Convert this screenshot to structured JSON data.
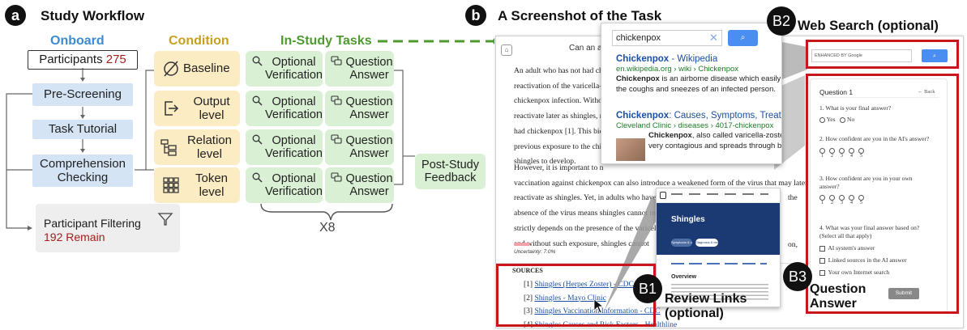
{
  "section_a": {
    "badge": "a",
    "title": "Study Workflow",
    "headers": {
      "onboard": "Onboard",
      "condition": "Condition",
      "in_study": "In-Study Tasks"
    },
    "participants": {
      "label": "Participants",
      "count": "275"
    },
    "onboard_steps": [
      "Pre-Screening",
      "Task Tutorial",
      "Comprehension Checking"
    ],
    "filtering": {
      "label": "Participant Filtering",
      "remain": "192 Remain"
    },
    "conditions": [
      {
        "label": "Baseline",
        "icon": "empty-set-icon"
      },
      {
        "label": "Output level",
        "icon": "output-arrow-icon"
      },
      {
        "label": "Relation level",
        "icon": "relation-tree-icon"
      },
      {
        "label": "Token level",
        "icon": "token-grid-icon"
      }
    ],
    "tasks": {
      "verify": "Optional Verification",
      "answer": "Question Answer"
    },
    "repeat": "X8",
    "post_study": "Post-Study Feedback",
    "colors": {
      "onboard": "#3d8bd0",
      "condition": "#c8a01e",
      "in_study": "#4e9a2f",
      "count": "#a31d1d"
    }
  },
  "section_b": {
    "badge": "b",
    "title": "A Screenshot of the Task",
    "question_header": "Can an adu",
    "article_paragraphs": [
      "An adult who has not had chic",
      "reactivation of the varicella-zoste",
      "chickenpox infection. Without",
      "reactivate later as shingles, ma",
      "had chickenpox [1]. This biolo",
      "previous exposure to the chick",
      "shingles to develop."
    ],
    "article_paragraph2": [
      "However, it is important to n",
      "vaccination against chickenpox can also introduce a weakened form of the virus that may later",
      "reactivate as shingles. Yet, in adults who have ne",
      "absence of the virus means shingles cannot ma",
      "strictly depends on the presence of the varicel",
      "and without such exposure, shingles cannot"
    ],
    "paragraph2_right": [
      "the",
      "on,"
    ],
    "uncertainty": "Uncertainty: 7.0%",
    "sources_heading": "SOURCES",
    "sources": [
      {
        "n": "[1]",
        "label": "Shingles (Herpes Zoster) - CDC"
      },
      {
        "n": "[2]",
        "label": "Shingles - Mayo Clinic"
      },
      {
        "n": "[3]",
        "label": "Shingles Vaccination Information - CDC"
      },
      {
        "n": "[4]",
        "label": "Shingles Causes and Risk Factors - Healthline"
      }
    ],
    "search_popup": {
      "query": "chickenpox",
      "results": [
        {
          "title_bold": "Chickenpox",
          "title_rest": " - Wikipedia",
          "url": "en.wikipedia.org › wiki › Chickenpox",
          "snippet_bold": "Chickenpox",
          "snippet_rest": " is an airborne disease which easily spr",
          "snippet2": "the coughs and sneezes of an infected person."
        },
        {
          "title_bold": "Chickenpox",
          "title_rest": ": Causes, Symptoms, Treatm",
          "url": "Cleveland Clinic › diseases › 4017-chickenpox",
          "snippet_bold": "Chickenpox",
          "snippet_rest": ", also called varicella-zoster,",
          "snippet2": "very contagious and spreads through box"
        }
      ]
    },
    "mini_search": {
      "placeholder": "ENHANCED BY Google"
    },
    "question_panel": {
      "title": "Question 1",
      "back": "← Back",
      "q1": "1. What is your final answer?",
      "q1_opts": [
        "Yes",
        "No"
      ],
      "q2": "2. How confident are you in the AI's answer?",
      "scale": [
        "1",
        "2",
        "3",
        "4",
        "5"
      ],
      "q3a": "3. How confident are you in your own",
      "q3b": "answer?",
      "q4a": "4. What was your final answer based on?",
      "q4b": "(Select all that apply)",
      "q4_opts": [
        "AI system's answer",
        "Linked sources in the AI answer",
        "Your own Internet search"
      ],
      "submit": "Submit"
    },
    "mayo_preview": {
      "heading": "Shingles",
      "overview": "Overview",
      "tab1": "Symptoms & causes",
      "tab2": "Diagnosis & treatment"
    },
    "callouts": {
      "b1": {
        "badge": "B1",
        "line1": "Review Links",
        "line2": "(optional)"
      },
      "b2": {
        "badge": "B2",
        "text": "Web Search (optional)"
      },
      "b3": {
        "badge": "B3",
        "line1": "Question",
        "line2": "Answer"
      }
    },
    "accent": "#c8161d"
  }
}
